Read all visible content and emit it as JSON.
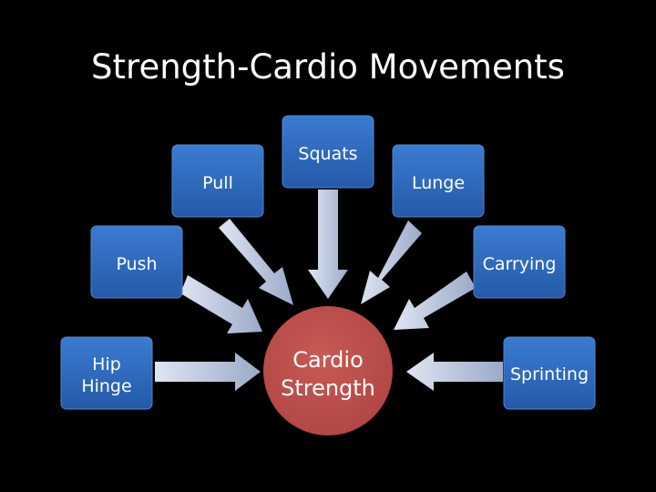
{
  "slide": {
    "title": "Strength-Cardio Movements"
  },
  "diagram": {
    "hub": {
      "lines": [
        "Cardio",
        "Strength"
      ],
      "color": "#c0504d"
    },
    "nodes": [
      {
        "id": "hip-hinge",
        "lines": [
          "Hip",
          "Hinge"
        ]
      },
      {
        "id": "push",
        "lines": [
          "Push"
        ]
      },
      {
        "id": "pull",
        "lines": [
          "Pull"
        ]
      },
      {
        "id": "squats",
        "lines": [
          "Squats"
        ]
      },
      {
        "id": "lunge",
        "lines": [
          "Lunge"
        ]
      },
      {
        "id": "carrying",
        "lines": [
          "Carrying"
        ]
      },
      {
        "id": "sprinting",
        "lines": [
          "Sprinting"
        ]
      }
    ],
    "colors": {
      "node_fill": "#2f6bbf",
      "node_border": "#5b8fd6",
      "arrow_fill": "#aebcd6",
      "background": "#000000"
    }
  }
}
